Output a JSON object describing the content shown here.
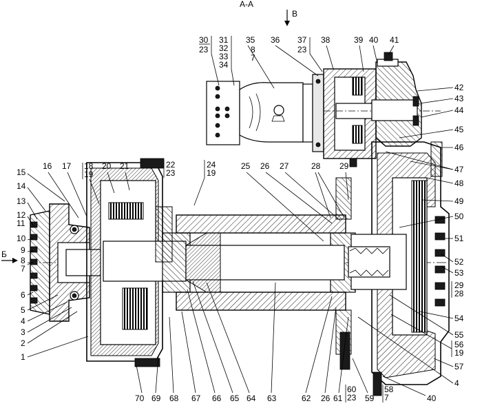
{
  "section": {
    "title": "А-А",
    "view_arrow_label": "В",
    "side_arrow_label": "Б"
  },
  "labels": {
    "top": [
      "30",
      "23",
      "31",
      "32",
      "33",
      "34",
      "35",
      "8",
      "7",
      "36",
      "37",
      "23",
      "38",
      "39",
      "40",
      "41"
    ],
    "left": [
      "15",
      "14",
      "13",
      "12",
      "11",
      "10",
      "9",
      "8",
      "7",
      "6",
      "5",
      "4",
      "3",
      "2",
      "1"
    ],
    "upper_mid": [
      "16",
      "17",
      "18",
      "19",
      "20",
      "21",
      "22",
      "23",
      "24",
      "19",
      "25",
      "26",
      "27",
      "28",
      "29"
    ],
    "right": [
      "42",
      "43",
      "44",
      "45",
      "46",
      "47",
      "48",
      "49",
      "50",
      "51",
      "52",
      "53",
      "29",
      "28",
      "54",
      "55",
      "56",
      "19",
      "57",
      "4",
      "40"
    ],
    "bottom": [
      "70",
      "69",
      "68",
      "67",
      "66",
      "65",
      "64",
      "63",
      "62",
      "26",
      "61",
      "60",
      "23",
      "59",
      "58",
      "7"
    ]
  },
  "colors": {
    "line": "#000000",
    "hatch": "#000000",
    "background": "#ffffff"
  }
}
